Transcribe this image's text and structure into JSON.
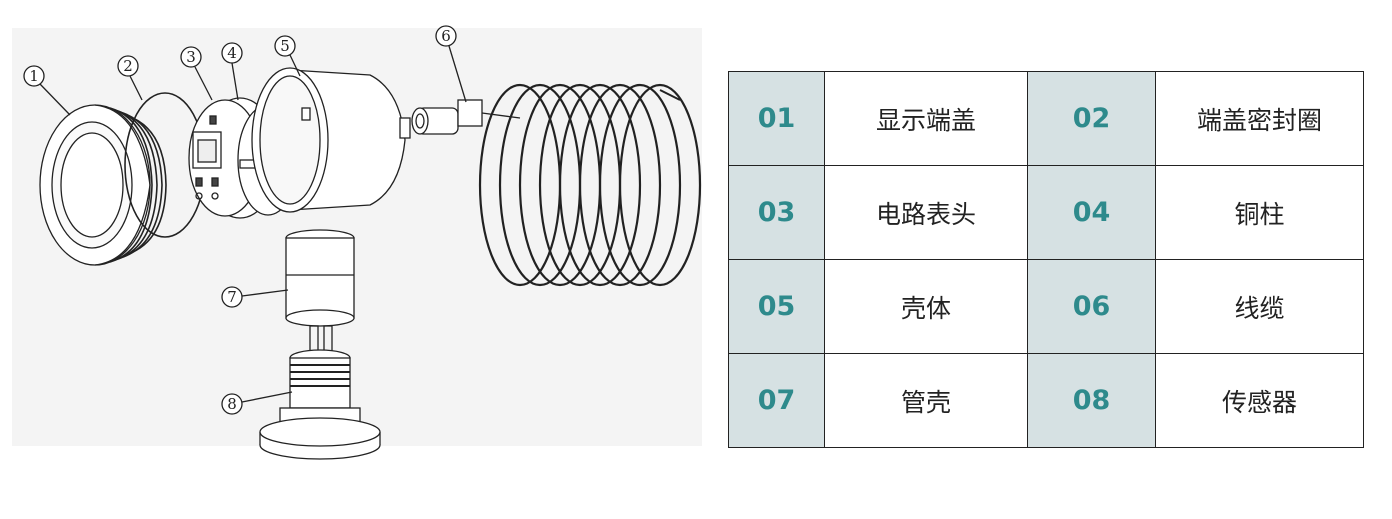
{
  "diagram": {
    "callouts": [
      "1",
      "2",
      "3",
      "4",
      "5",
      "6",
      "7",
      "8"
    ]
  },
  "parts_table": {
    "rows": [
      [
        {
          "num": "01",
          "name": "显示端盖"
        },
        {
          "num": "02",
          "name": "端盖密封圈"
        }
      ],
      [
        {
          "num": "03",
          "name": "电路表头"
        },
        {
          "num": "04",
          "name": "铜柱"
        }
      ],
      [
        {
          "num": "05",
          "name": "壳体"
        },
        {
          "num": "06",
          "name": "线缆"
        }
      ],
      [
        {
          "num": "07",
          "name": "管壳"
        },
        {
          "num": "08",
          "name": "传感器"
        }
      ]
    ]
  },
  "colors": {
    "number_cell_bg": "#d6e1e3",
    "number_text": "#2e8a8c",
    "border": "#222222"
  }
}
